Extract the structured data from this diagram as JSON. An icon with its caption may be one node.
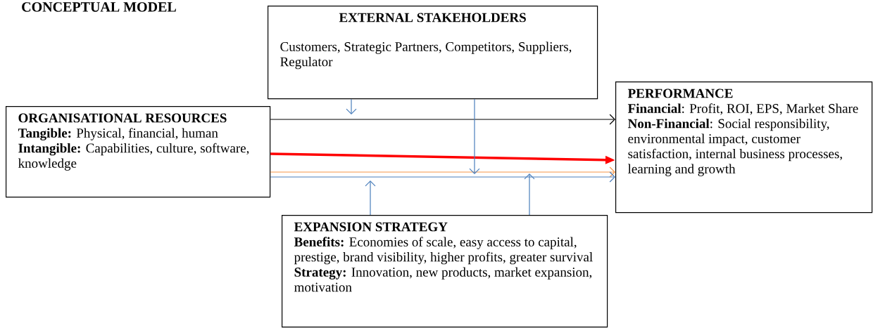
{
  "diagram": {
    "title": "CONCEPTUAL MODEL",
    "nodes": [
      {
        "text": [
          "EXTERNAL STAKEHOLDERS",
          "Customers, Strategic Partners, Competitors, Suppliers, Regulator"
        ]
      },
      {
        "text": [
          "ORGANISATIONAL RESOURCES",
          "**Tangible:** Physical, financial, human",
          "**Intangible:** Capabilities, culture, software, knowledge"
        ]
      },
      {
        "text": [
          "PERFORMANCE",
          "**Financial**: Profit, ROI, EPS, Market Share",
          "**Non-Financial**: Social responsibility, environmental impact, customer satisfaction, internal business processes, learning and growth"
        ]
      },
      {
        "text": [
          "EXPANSION STRATEGY",
          "**Benefits:** Economies of scale, easy access to capital, prestige, brand visibility, higher profits, greater survival",
          "**Strategy:** Innovation, new products, market expansion, motivation"
        ]
      }
    ],
    "edges": [
      {
        "from": 1,
        "to": 2,
        "arrow": "to",
        "color": "#000000"
      },
      {
        "from": 1,
        "to": 2,
        "arrow": "to",
        "style": "thick",
        "color": "#ff0000"
      },
      {
        "from": 1,
        "to": 2,
        "arrow": "to",
        "color": "#f79646"
      },
      {
        "from": 1,
        "to": 2,
        "arrow": "to"
      },
      {
        "from": 0,
        "to": null,
        "arrow": "to"
      },
      {
        "from": 0,
        "to": null,
        "arrow": "to"
      },
      {
        "from": 3,
        "to": null,
        "arrow": "to"
      },
      {
        "from": 3,
        "to": null,
        "arrow": "to"
      }
    ]
  }
}
